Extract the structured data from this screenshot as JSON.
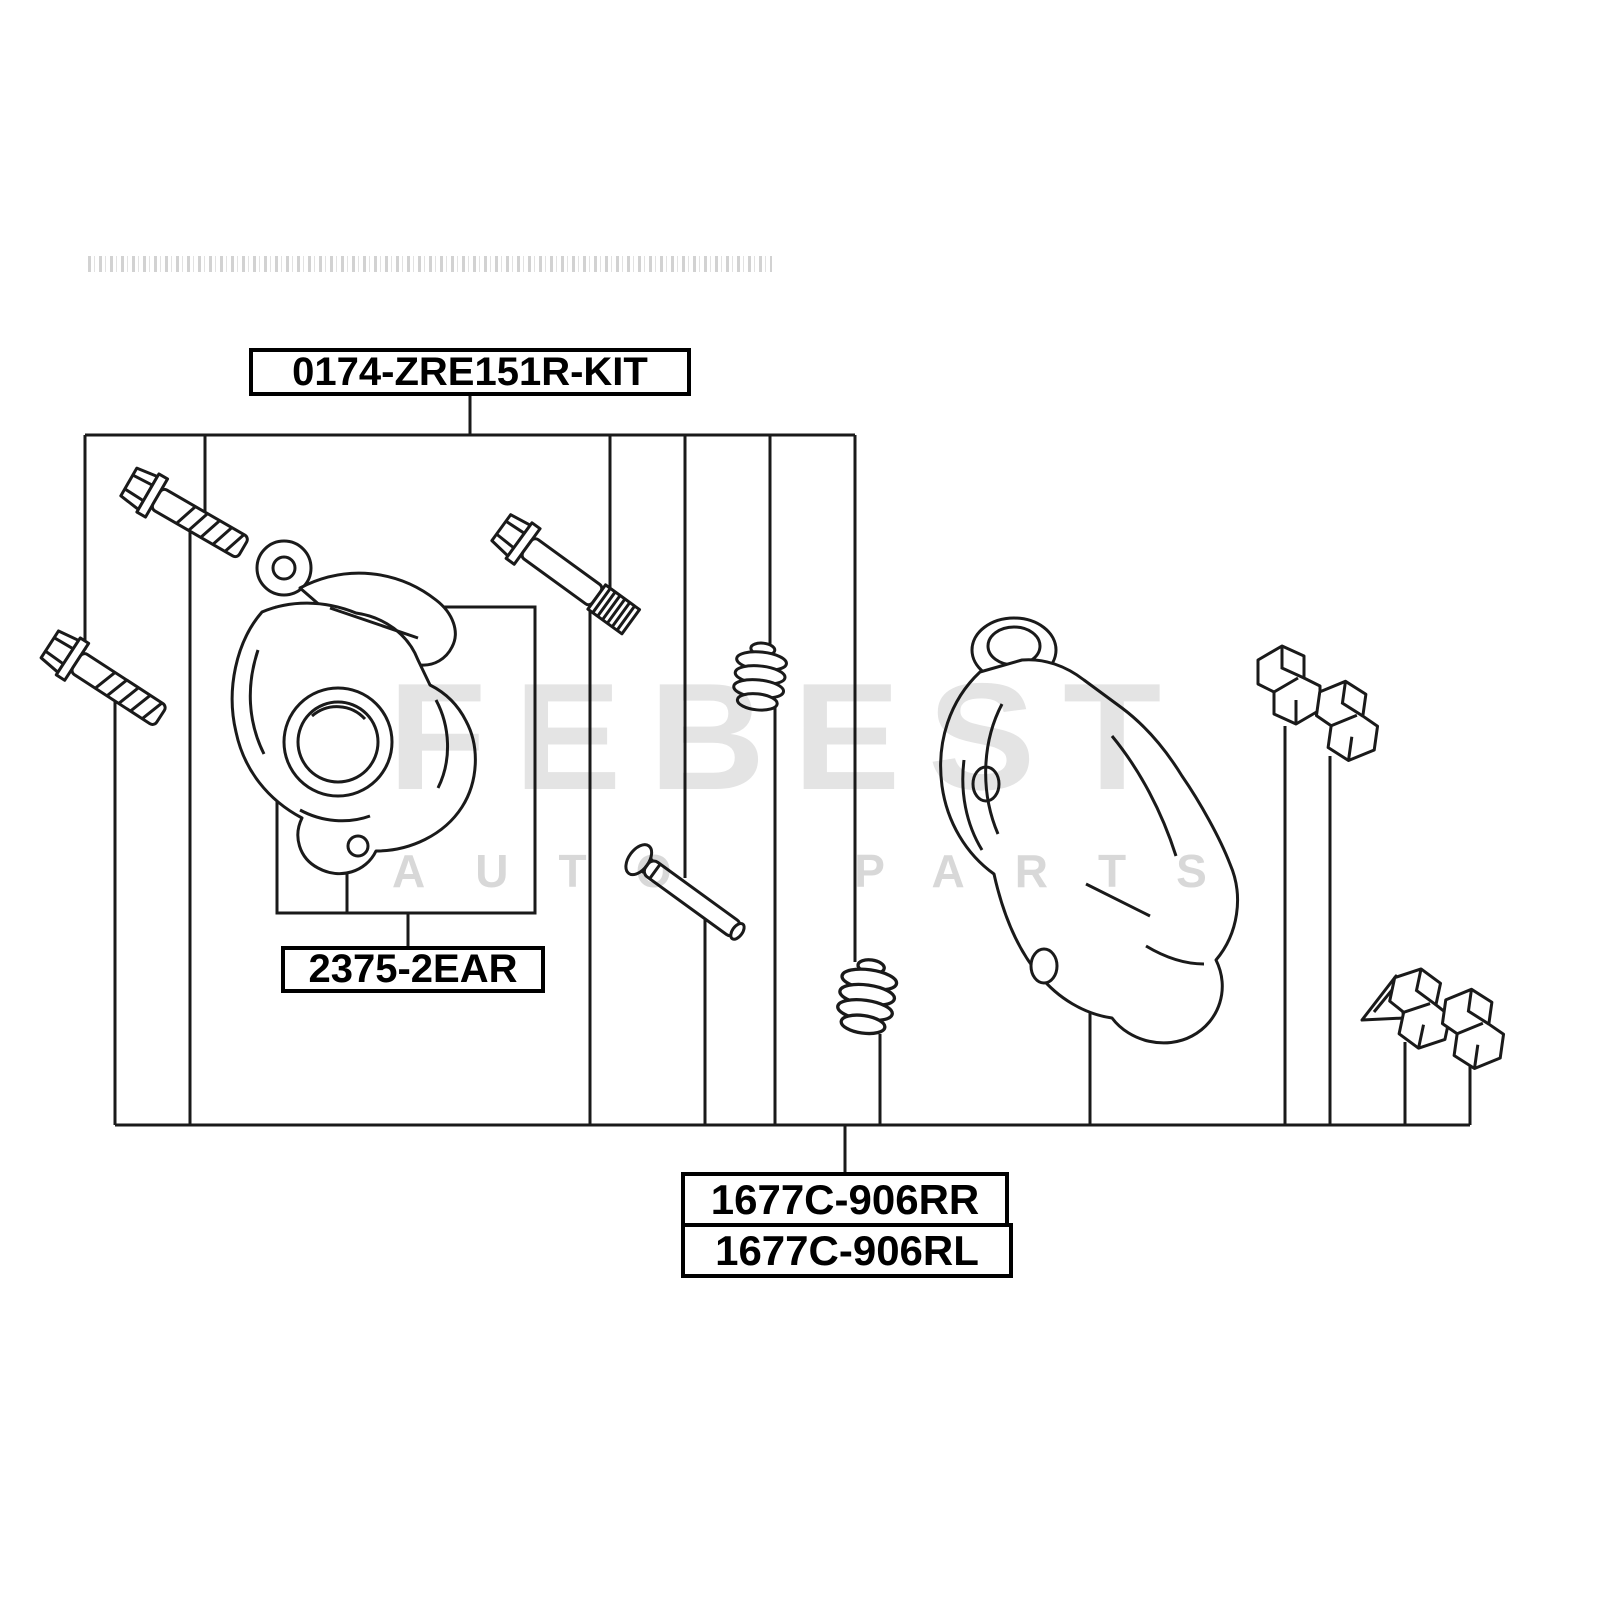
{
  "diagram": {
    "kit_label": "0174-ZRE151R-KIT",
    "seal_kit_label": "2375-2EAR",
    "assembly_labels": {
      "rear_right": "1677C-906RR",
      "rear_left": "1677C-906RL"
    },
    "watermark": {
      "brand": "FEBEST",
      "tagline": "AUTO PARTS"
    },
    "colors": {
      "line": "#1a1a1a",
      "watermark_brand": "#e4e4e4",
      "watermark_tagline": "#d8d8d8",
      "background": "#ffffff"
    }
  }
}
